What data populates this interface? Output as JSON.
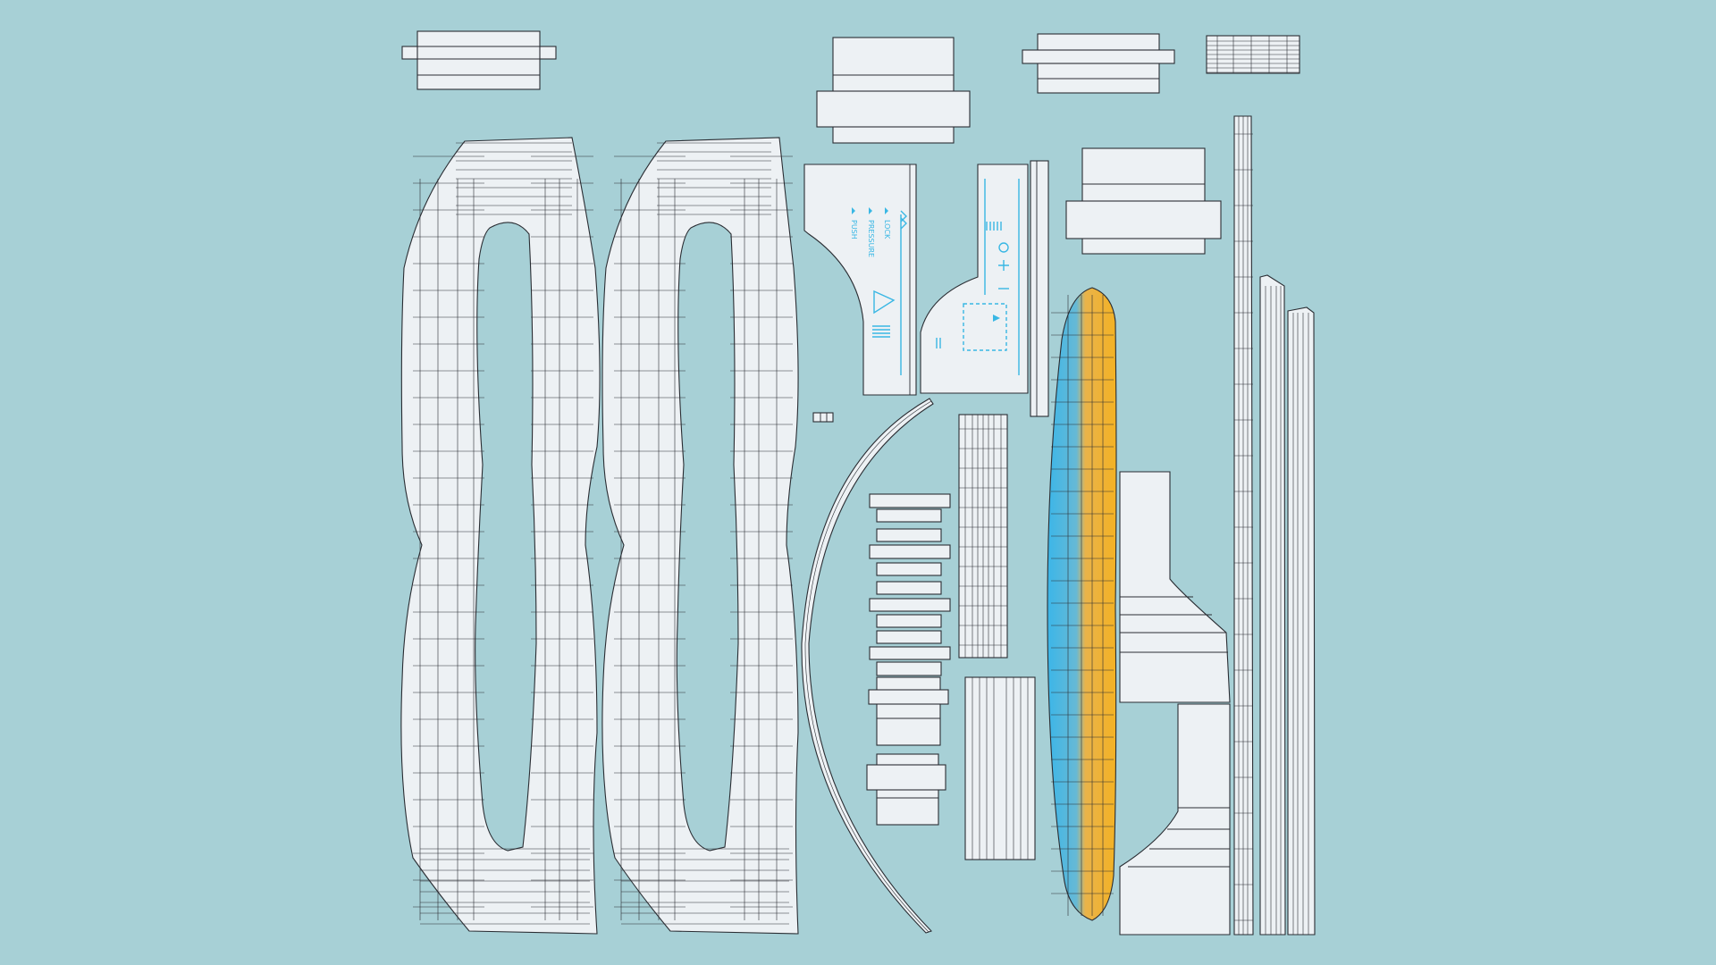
{
  "viewport": {
    "title": ""
  },
  "colors": {
    "background": "#a7d0d6",
    "island_fill": "#edf1f4",
    "edge": "#2a2d33",
    "decal": "#39b7e4",
    "gradient_blue": "#3cb6e8",
    "gradient_orange": "#f3b224"
  },
  "decals": {
    "push": "PUSH",
    "pressure": "PRESSURE",
    "lock": "LOCK"
  }
}
